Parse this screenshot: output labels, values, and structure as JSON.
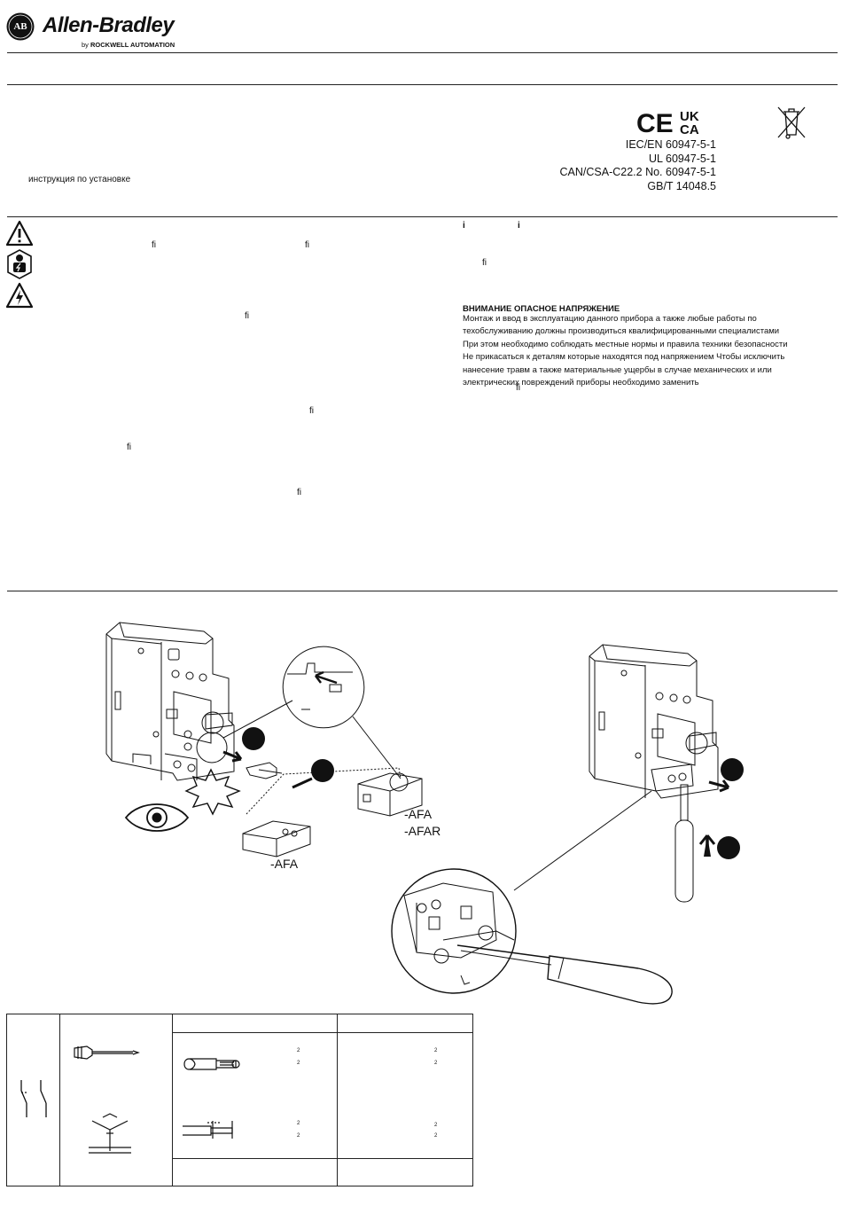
{
  "header": {
    "ab_badge": "AB",
    "brand": "Allen-Bradley",
    "by_prefix": "by",
    "by_company": "ROCKWELL AUTOMATION"
  },
  "doc": {
    "subtitle": "инструкция по установке"
  },
  "certifications": {
    "ce": "CE",
    "ukca": [
      "UK",
      "CA"
    ],
    "standards": [
      "IEC/EN 60947-5-1",
      "UL 60947-5-1",
      "CAN/CSA-C22.2 No. 60947-5-1",
      "GB/T 14048.5"
    ]
  },
  "glyphs": {
    "fi": "ﬁ",
    "i": "i",
    "sup2": "2"
  },
  "warning": {
    "title": "ВНИМАНИЕ  ОПАСНОЕ НАПРЯЖЕНИЕ",
    "lines": [
      "Монтаж и ввод в эксплуатацию данного прибора  а также любые работы по",
      "техобслуживанию  должны производиться квалифицированными специалистами",
      "При этом  необходимо соблюдать местные нормы и правила техники безопасности",
      "Не прикасаться к деталям  которые находятся под напряжением  Чтобы исключить",
      "нанесение травм  а также материальные ущербы  в случае механических и  или",
      "электрических повреждений приборы необходимо заменить"
    ]
  },
  "figure": {
    "label_afa_afar": [
      "-AFA",
      "-AFAR"
    ],
    "label_afa": "-AFA"
  }
}
